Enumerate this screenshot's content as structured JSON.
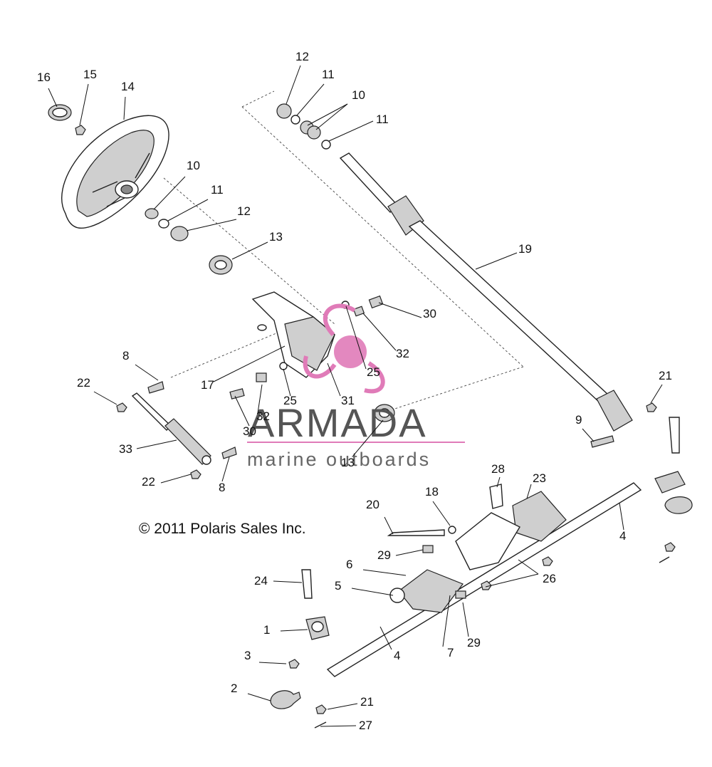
{
  "copyright": "© 2011 Polaris Sales Inc.",
  "watermark": {
    "title": "ARMADA",
    "subtitle": "marine outboards",
    "logo_color": "#e07bb8"
  },
  "callouts": [
    "16",
    "15",
    "14",
    "12",
    "11",
    "10",
    "11",
    "10",
    "11",
    "12",
    "13",
    "19",
    "30",
    "32",
    "25",
    "31",
    "17",
    "25",
    "8",
    "22",
    "33",
    "32",
    "30",
    "22",
    "8",
    "13",
    "21",
    "9",
    "28",
    "23",
    "18",
    "20",
    "4",
    "29",
    "26",
    "6",
    "5",
    "24",
    "7",
    "29",
    "1",
    "4",
    "3",
    "2",
    "21",
    "27"
  ]
}
